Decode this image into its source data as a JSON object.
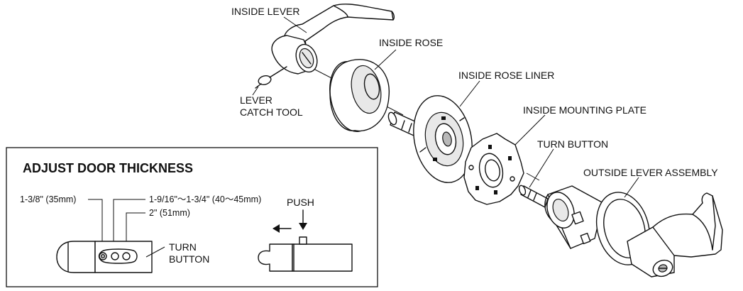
{
  "callouts": {
    "inside_lever": "INSIDE LEVER",
    "inside_rose": "INSIDE ROSE",
    "lever_catch_tool_line1": "LEVER",
    "lever_catch_tool_line2": "CATCH TOOL",
    "inside_rose_liner": "INSIDE ROSE LINER",
    "inside_mounting_plate": "INSIDE MOUNTING PLATE",
    "turn_button": "TURN BUTTON",
    "outside_lever_assembly": "OUTSIDE LEVER ASSEMBLY"
  },
  "inset": {
    "title": "ADJUST DOOR THICKNESS",
    "dim_1": "1-3/8\" (35mm)",
    "dim_2": "1-9/16\"～1-3/4\" (40～45mm)",
    "dim_3": "2\" (51mm)",
    "turn_button_line1": "TURN",
    "turn_button_line2": "BUTTON",
    "push": "PUSH"
  }
}
